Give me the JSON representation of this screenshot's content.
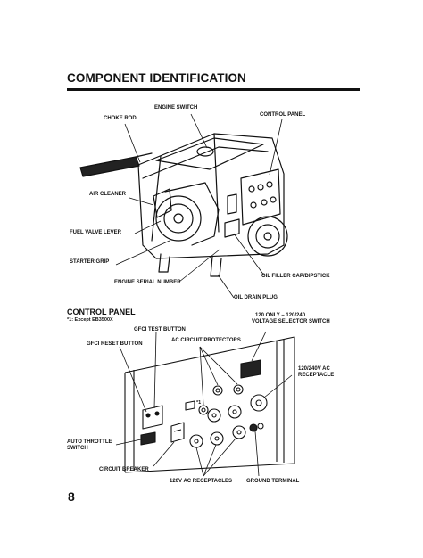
{
  "page": {
    "title": "COMPONENT IDENTIFICATION",
    "page_number": "8"
  },
  "generator_labels": {
    "engine_switch": "ENGINE SWITCH",
    "choke_rod": "CHOKE ROD",
    "control_panel": "CONTROL PANEL",
    "air_cleaner": "AIR CLEANER",
    "fuel_valve_lever": "FUEL VALVE LEVER",
    "starter_grip": "STARTER GRIP",
    "engine_serial_number": "ENGINE SERIAL NUMBER",
    "oil_filler_cap": "OIL FILLER CAP/DIPSTICK",
    "oil_drain_plug": "OIL DRAIN PLUG"
  },
  "panel_section": {
    "heading": "CONTROL PANEL",
    "footnote": "*1: Except EB3500X",
    "star_marker": "*1"
  },
  "panel_labels": {
    "gfci_test": "GFCI TEST BUTTON",
    "gfci_reset": "GFCI RESET BUTTON",
    "ac_protectors": "AC CIRCUIT PROTECTORS",
    "voltage_switch_line1": "120 ONLY – 120/240",
    "voltage_switch_line2": "VOLTAGE SELECTOR SWITCH",
    "receptacle_240_line1": "120/240V AC",
    "receptacle_240_line2": "RECEPTACLE",
    "auto_throttle_line1": "AUTO THROTTLE",
    "auto_throttle_line2": "SWITCH",
    "circuit_breaker": "CIRCUIT BREAKER",
    "receptacles_120": "120V AC RECEPTACLES",
    "ground_terminal": "GROUND TERMINAL"
  }
}
